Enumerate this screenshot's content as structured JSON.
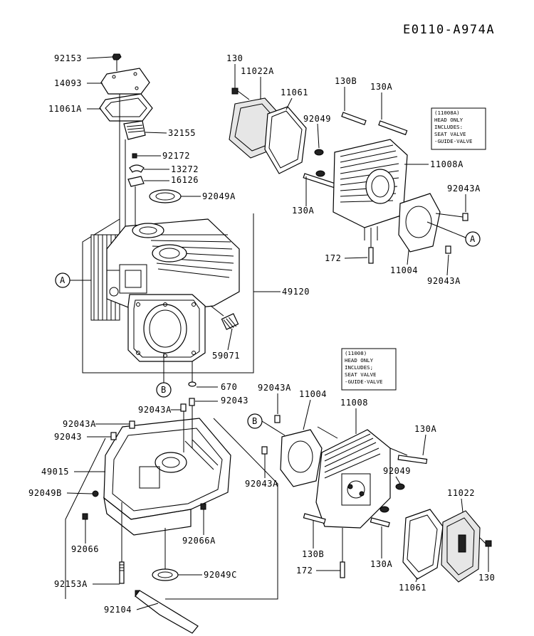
{
  "diagram_code": "E0110-A974A",
  "callouts": {
    "A": "A",
    "B": "B"
  },
  "notes": {
    "head_11008A": [
      "(11008A)",
      "HEAD ONLY",
      "INCLUDES:",
      " SEAT VALVE",
      "-GUIDE-VALVE"
    ],
    "head_11008": [
      "(11008)",
      "HEAD ONLY",
      "INCLUDES;",
      " SEAT VALVE",
      "-GUIDE-VALVE"
    ]
  },
  "labels": {
    "l_92153": "92153",
    "l_14093": "14093",
    "l_11061A": "11061A",
    "l_32155": "32155",
    "l_92172": "92172",
    "l_13272": "13272",
    "l_16126": "16126",
    "l_92049A": "92049A",
    "l_49120": "49120",
    "l_59071": "59071",
    "l_670": "670",
    "l_92043_mid": "92043",
    "l_92043A_mid": "92043A",
    "l_92043A_left": "92043A",
    "l_92043_left": "92043",
    "l_49015": "49015",
    "l_92049B": "92049B",
    "l_92066": "92066",
    "l_92066A": "92066A",
    "l_92049C": "92049C",
    "l_92153A": "92153A",
    "l_92104": "92104",
    "l_130_top": "130",
    "l_11022A": "11022A",
    "l_11061_top": "11061",
    "l_130B_top": "130B",
    "l_130A_top": "130A",
    "l_92049_top": "92049",
    "l_11008A": "11008A",
    "l_92043A_r1": "92043A",
    "l_130A_left": "130A",
    "l_172_top": "172",
    "l_11004_top": "11004",
    "l_92043A_r2": "92043A",
    "l_92043A_bot1": "92043A",
    "l_11004_bot": "11004",
    "l_11008": "11008",
    "l_130A_r": "130A",
    "l_92049_bot": "92049",
    "l_92043A_bot2": "92043A",
    "l_11022": "11022",
    "l_130B_bot": "130B",
    "l_130A_bot": "130A",
    "l_172_bot": "172",
    "l_11061_bot": "11061",
    "l_130_bot": "130"
  }
}
